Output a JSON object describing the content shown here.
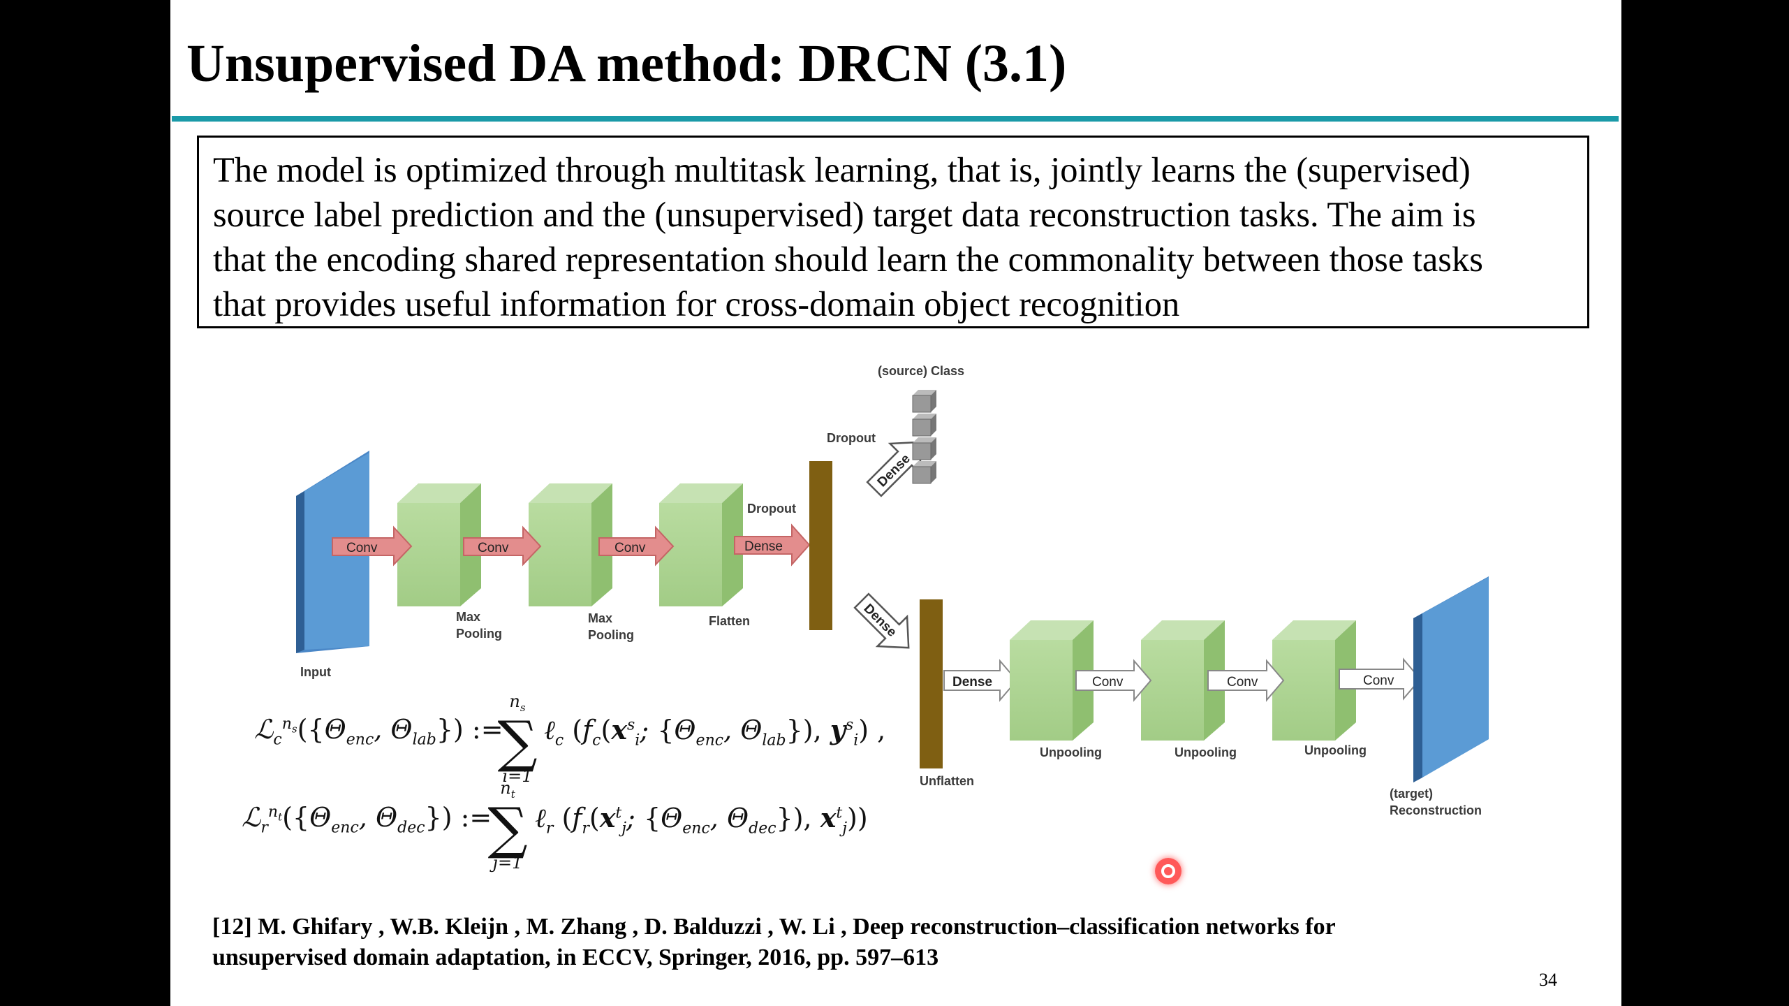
{
  "slide": {
    "title": "Unsupervised DA method: DRCN (3.1)",
    "description_lines": [
      "The model is optimized through multitask learning, that is, jointly learns the (supervised)",
      "source label prediction and the (unsupervised) target data reconstruction tasks. The aim is",
      "that the encoding shared representation should learn the commonality between those tasks",
      "that provides useful information for cross-domain object recognition"
    ],
    "diagram": {
      "input_label": "Input",
      "conv_label": "Conv",
      "dense_label": "Dense",
      "dropout_label": "Dropout",
      "max_pooling_label": [
        "Max",
        "Pooling"
      ],
      "flatten_label": "Flatten",
      "source_class_label": "(source) Class",
      "unflatten_label": "Unflatten",
      "unpooling_label": "Unpooling",
      "reconstruction_label": [
        "(target)",
        "Reconstruction"
      ]
    },
    "equations": {
      "eq1_lhs": "ℒ",
      "eq1_lhs_sub": "c",
      "eq1_lhs_sup": "n",
      "eq1_lhs_sup_sub": "s",
      "eq1_params": "({Θ",
      "eq1_body": "ℓ",
      "eq1_sum_upper": "n",
      "eq1_sum_upper_sub": "s",
      "eq1_sum_lower": "i=1",
      "eq2_sum_upper": "n",
      "eq2_sum_upper_sub": "t",
      "eq2_sum_lower": "j=1"
    },
    "reference_lines": [
      "[12] M. Ghifary , W.B. Kleijn , M. Zhang , D. Balduzzi , W. Li , Deep reconstruction–classification networks for",
      "unsupervised domain adaptation, in ECCV, Springer, 2016, pp. 597–613"
    ],
    "page_number": "34"
  },
  "colors": {
    "title_rule": "#1a9aa8",
    "cube_green": "#a9d08e",
    "panel_blue": "#5b9bd5",
    "bar_brown": "#7f5f12",
    "conv_arrow": "#e38d8d"
  }
}
